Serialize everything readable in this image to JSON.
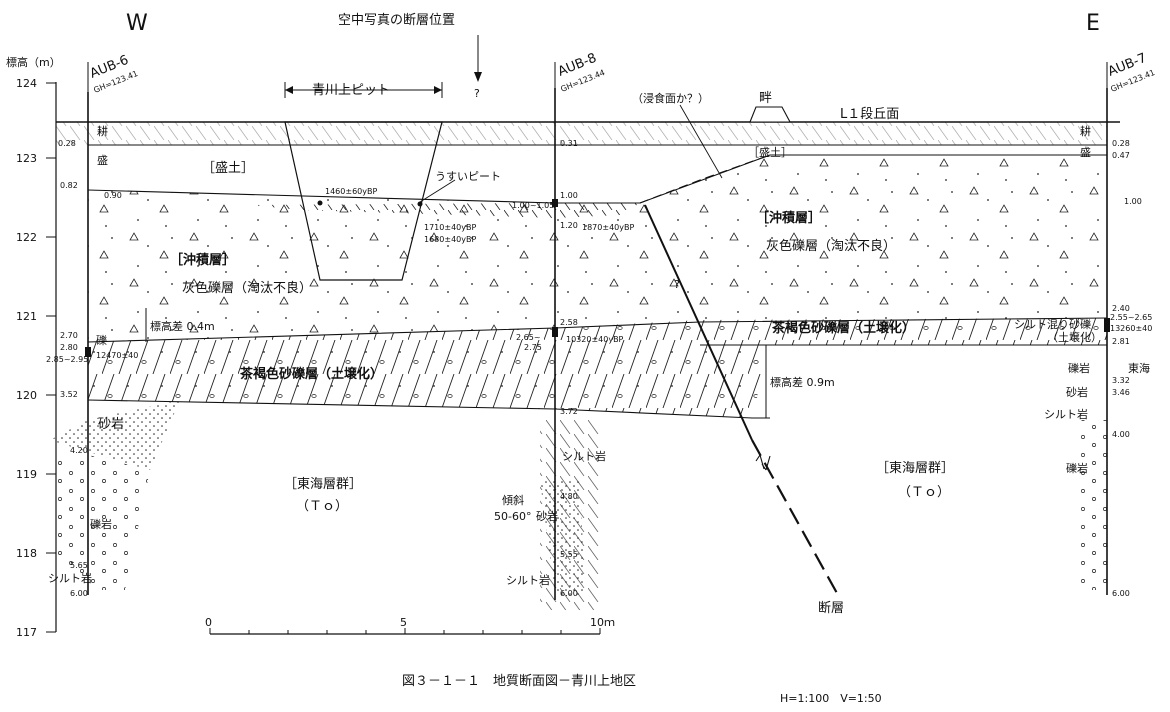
{
  "compass": {
    "west": "W",
    "east": "E"
  },
  "aerial_fault_label": "空中写真の断層位置",
  "y_axis": {
    "title": "標高（m）",
    "ticks": [
      "124",
      "123",
      "122",
      "121",
      "120",
      "119",
      "118",
      "117"
    ]
  },
  "boreholes": [
    {
      "id": "AUB-6",
      "gh": "GH=123.41"
    },
    {
      "id": "AUB-8",
      "gh": "GH=123.44"
    },
    {
      "id": "AUB-7",
      "gh": "GH=123.41"
    }
  ],
  "labels": {
    "pit": "青川上ピット",
    "question": "?",
    "erosion": "（浸食面か？）",
    "ridge": "畔",
    "terrace": "L１段丘面",
    "till_w": "耕",
    "till_e": "耕",
    "fill_w": "盛",
    "fill_e": "盛",
    "fill_bracket_w": "［盛土］",
    "fill_bracket_e": "［盛土］",
    "thin_peat": "うすいピート",
    "alluvium_w": "［沖積層］",
    "alluvium_e": "［沖積層］",
    "gray_gravel_w": "灰色礫層（淘汰不良）",
    "gray_gravel_e": "灰色礫層（淘汰不良）",
    "brown_gravel_w": "茶褐色砂礫層（土壌化）",
    "brown_gravel_e": "茶褐色砂礫層（土壌化）",
    "tokai_w": "［東海層群］",
    "to_w": "（Ｔｏ）",
    "tokai_e": "［東海層群］",
    "to_e": "（Ｔｏ）",
    "height_diff_1": "標高差 0.4m",
    "height_diff_2": "標高差 0.9m",
    "fault": "断層",
    "silt_sand_gravel": "シルト混り砂礫",
    "soil_paren": "（土壌化）",
    "tokai_short": "東海",
    "sandstone_w": "砂岩",
    "conglomerate_w": "礫岩",
    "siltstone_w": "シルト岩",
    "gravel_w": "礫",
    "siltstone_c1": "シルト岩",
    "dip_1": "傾斜",
    "dip_2": "50-60°",
    "sandstone_c": "砂岩",
    "siltstone_c2": "シルト岩",
    "gravel_e": "礫岩",
    "sandstone_e": "砂岩",
    "siltstone_e": "シルト岩",
    "conglomerate_e": "礫岩"
  },
  "dates": {
    "d1460": "1460±60yBP",
    "d1710": "1710±40yBP",
    "d1680": "1680±40yBP",
    "d1870": "1870±40yBP",
    "d10320": "10320±40yBP",
    "d12470": "12470±40",
    "d13260": "13260±40"
  },
  "depths": {
    "w_028": "0.28",
    "w_082": "0.82",
    "w_090": "0.90",
    "w_270": "2.70",
    "w_280": "2.80",
    "w_285": "2.85~2.95",
    "w_352": "3.52",
    "w_420": "4.20",
    "w_565": "5.65",
    "w_600": "6.00",
    "c_031": "0.31",
    "c_100": "1.00",
    "c_1005": "1.00~1.05",
    "c_120": "1.20",
    "c_258": "2.58",
    "c_265": "2.65~",
    "c_275": "2.75",
    "c_372": "3.72",
    "c_480": "4.80",
    "c_555": "5.55",
    "c_600": "6.00",
    "e_028": "0.28",
    "e_047": "0.47",
    "e_100": "1.00",
    "e_240": "2.40",
    "e_255": "2.55~2.65",
    "e_281": "2.81",
    "e_332": "3.32",
    "e_346": "3.46",
    "e_400": "4.00",
    "e_600": "6.00"
  },
  "scale": {
    "s0": "0",
    "s5": "5",
    "s10": "10ｍ"
  },
  "caption": "図３－１－１　地質断面図－青川上地区",
  "ratio": "H=1:100　V=1:50"
}
